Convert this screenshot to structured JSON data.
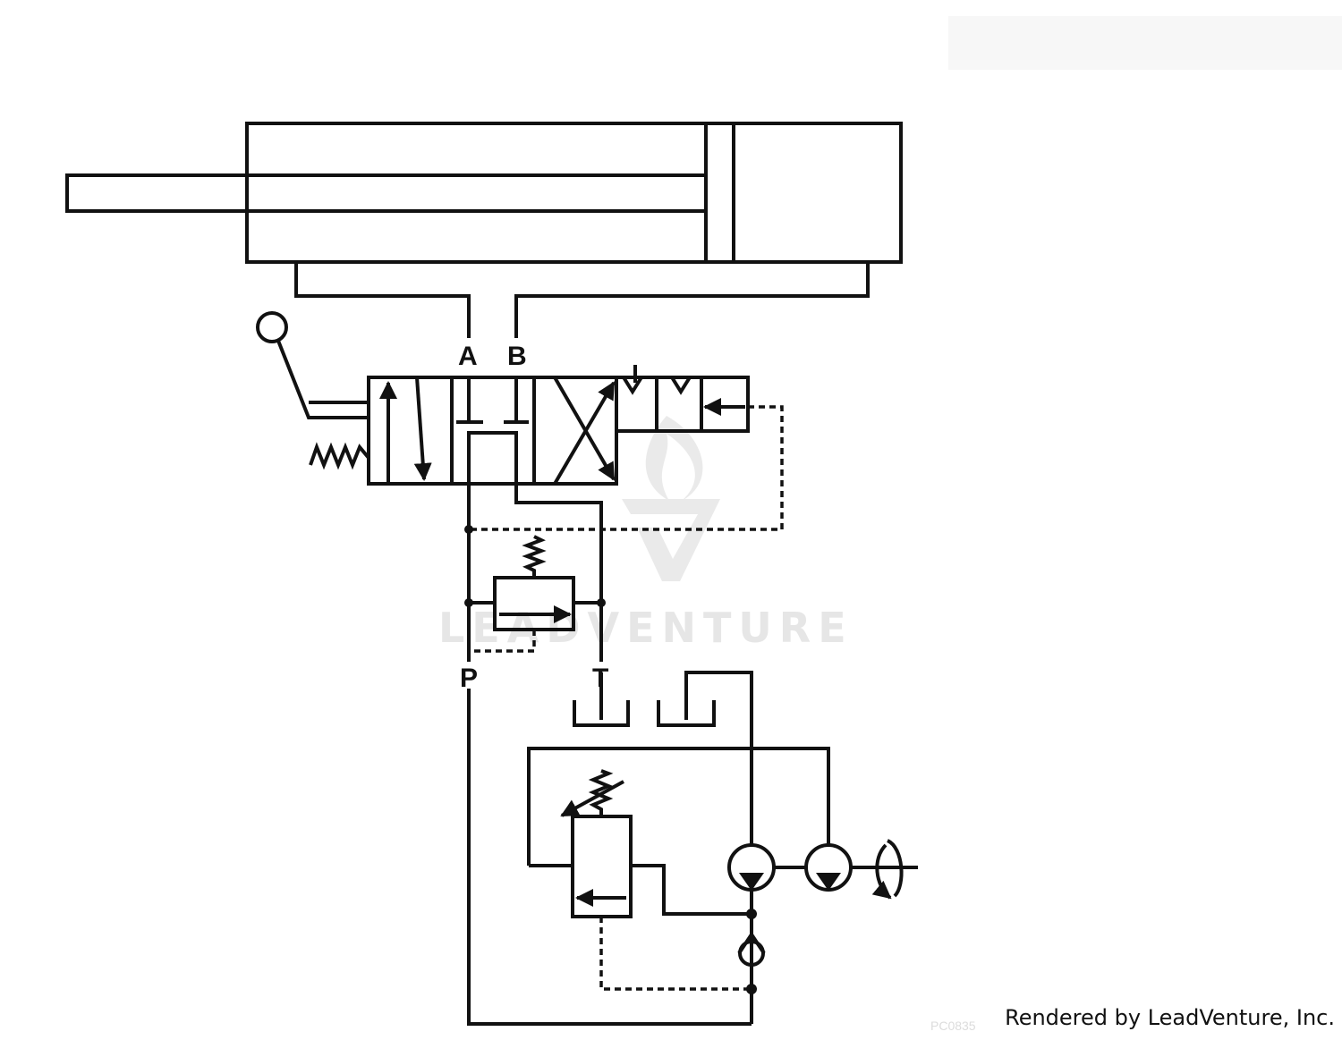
{
  "ports": {
    "a": "A",
    "b": "B",
    "p": "P",
    "t": "T"
  },
  "watermark": {
    "text": "LEADVENTURE"
  },
  "part_code": "PC0835",
  "credit": "Rendered by LeadVenture, Inc.",
  "colors": {
    "line": "#111111",
    "background": "#ffffff",
    "watermark": "#e6e6e6"
  }
}
